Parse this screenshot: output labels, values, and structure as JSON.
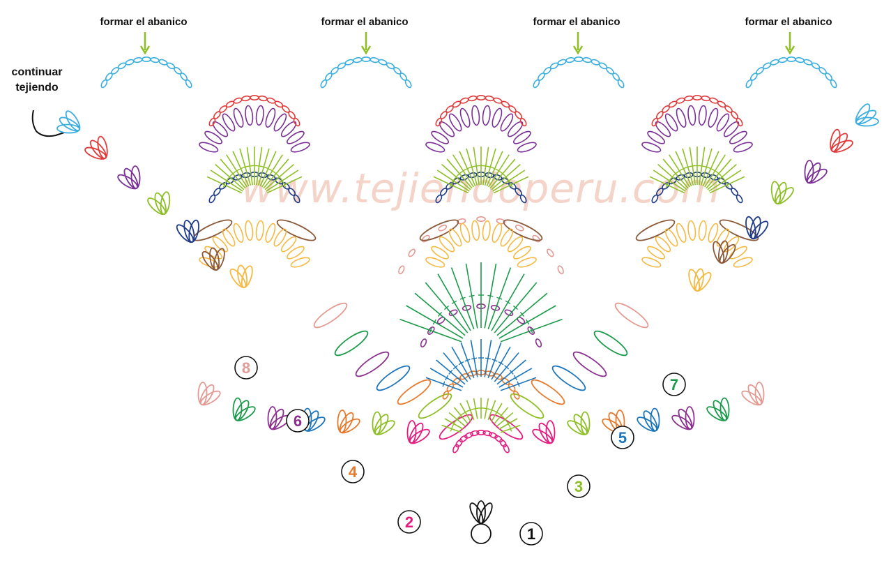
{
  "annotations": {
    "fan_label": "formar el abanico",
    "continue_line1": "continuar",
    "continue_line2": "tejiendo"
  },
  "watermark": "www.tejiendoperu.com",
  "rows": [
    {
      "number": "1",
      "color": "#111111"
    },
    {
      "number": "2",
      "color": "#e5197e"
    },
    {
      "number": "3",
      "color": "#8dbf24"
    },
    {
      "number": "4",
      "color": "#e8792b"
    },
    {
      "number": "5",
      "color": "#1b75bb"
    },
    {
      "number": "6",
      "color": "#8b2f8f"
    },
    {
      "number": "7",
      "color": "#1a9a4a"
    },
    {
      "number": "8",
      "color": "#e39a92"
    }
  ],
  "upper_row_colors": {
    "brown": "#8a5a3a",
    "yellow": "#f5b942",
    "navy": "#1e3a8a",
    "lime": "#8dbf24",
    "purple": "#7a2f96",
    "red": "#e23a3a",
    "sky": "#3aaee0",
    "arrow": "#8dbf24"
  }
}
